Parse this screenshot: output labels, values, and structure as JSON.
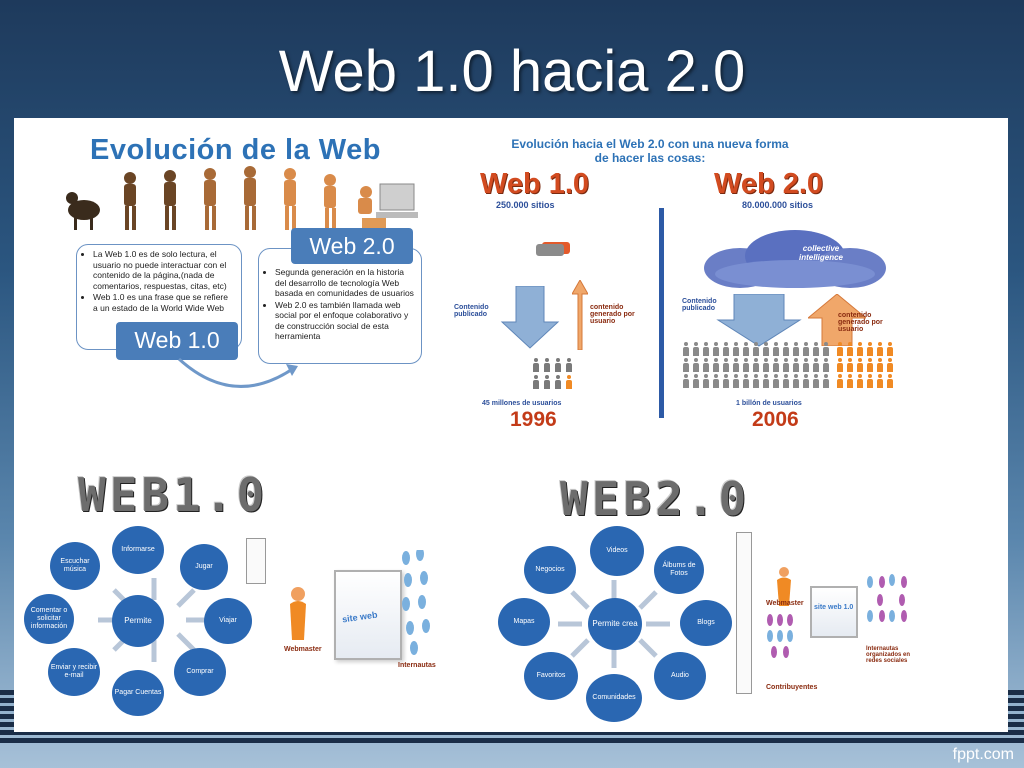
{
  "slide": {
    "title": "Web 1.0 hacia 2.0",
    "brand": "fppt.com"
  },
  "q1": {
    "title": "Evolución de la Web",
    "web10_bullets": [
      "La Web 1.0 es de solo lectura, el usuario no puede interactuar con el contenido de la página,(nada de comentarios, respuestas, citas, etc)",
      "Web 1.0 es una frase que se refiere a un estado de la World Wide Web"
    ],
    "web20_bullets": [
      "Segunda generación en la historia del desarrollo de tecnología Web basada en comunidades de usuarios",
      "Web 2.0 es también llamada web social por el enfoque colaborativo y de construcción social de esta herramienta"
    ],
    "web10_label": "Web 1.0",
    "web20_label": "Web 2.0"
  },
  "q2": {
    "title_line1": "Evolución hacia el Web 2.0 con una nueva forma",
    "title_line2": "de hacer las cosas:",
    "left_heading": "Web 1.0",
    "right_heading": "Web 2.0",
    "left_sites": "250.000 sitios",
    "right_sites": "80.000.000 sitios",
    "cloud": "collective intelligence",
    "left_down": "Contenido publicado",
    "left_up": "contenido generado por usuario",
    "right_down": "Contenido publicado",
    "right_up": "contenido generado por usuario",
    "left_users": "45 millones de usuarios",
    "right_users": "1 billón de usuarios",
    "left_year": "1996",
    "right_year": "2006"
  },
  "q3": {
    "wordmark": "WEB1.0",
    "center": "Permite",
    "nodes": [
      "Informarse",
      "Jugar",
      "Viajar",
      "Comprar",
      "Pagar Cuentas",
      "Enviar y recibir e-mail",
      "Comentar o solicitar información",
      "Escuchar música"
    ],
    "site_label": "site web",
    "webmaster": "Webmaster",
    "internautas": "Internautas"
  },
  "q4": {
    "wordmark": "WEB2.0",
    "center": "Permite crea",
    "nodes": [
      "Videos",
      "Álbums de Fotos",
      "Blogs",
      "Audio",
      "Comunidades",
      "Favoritos",
      "Mapas",
      "Negocios"
    ],
    "site_label": "site web 1.0",
    "webmaster": "Webmaster",
    "contribuyentes": "Contribuyentes",
    "note": "Internautas organizados en redes sociales"
  },
  "colors": {
    "node_blue": "#2a67b2",
    "title_blue": "#2d72b6",
    "web_red": "#d24b20",
    "orange": "#f08a24"
  }
}
